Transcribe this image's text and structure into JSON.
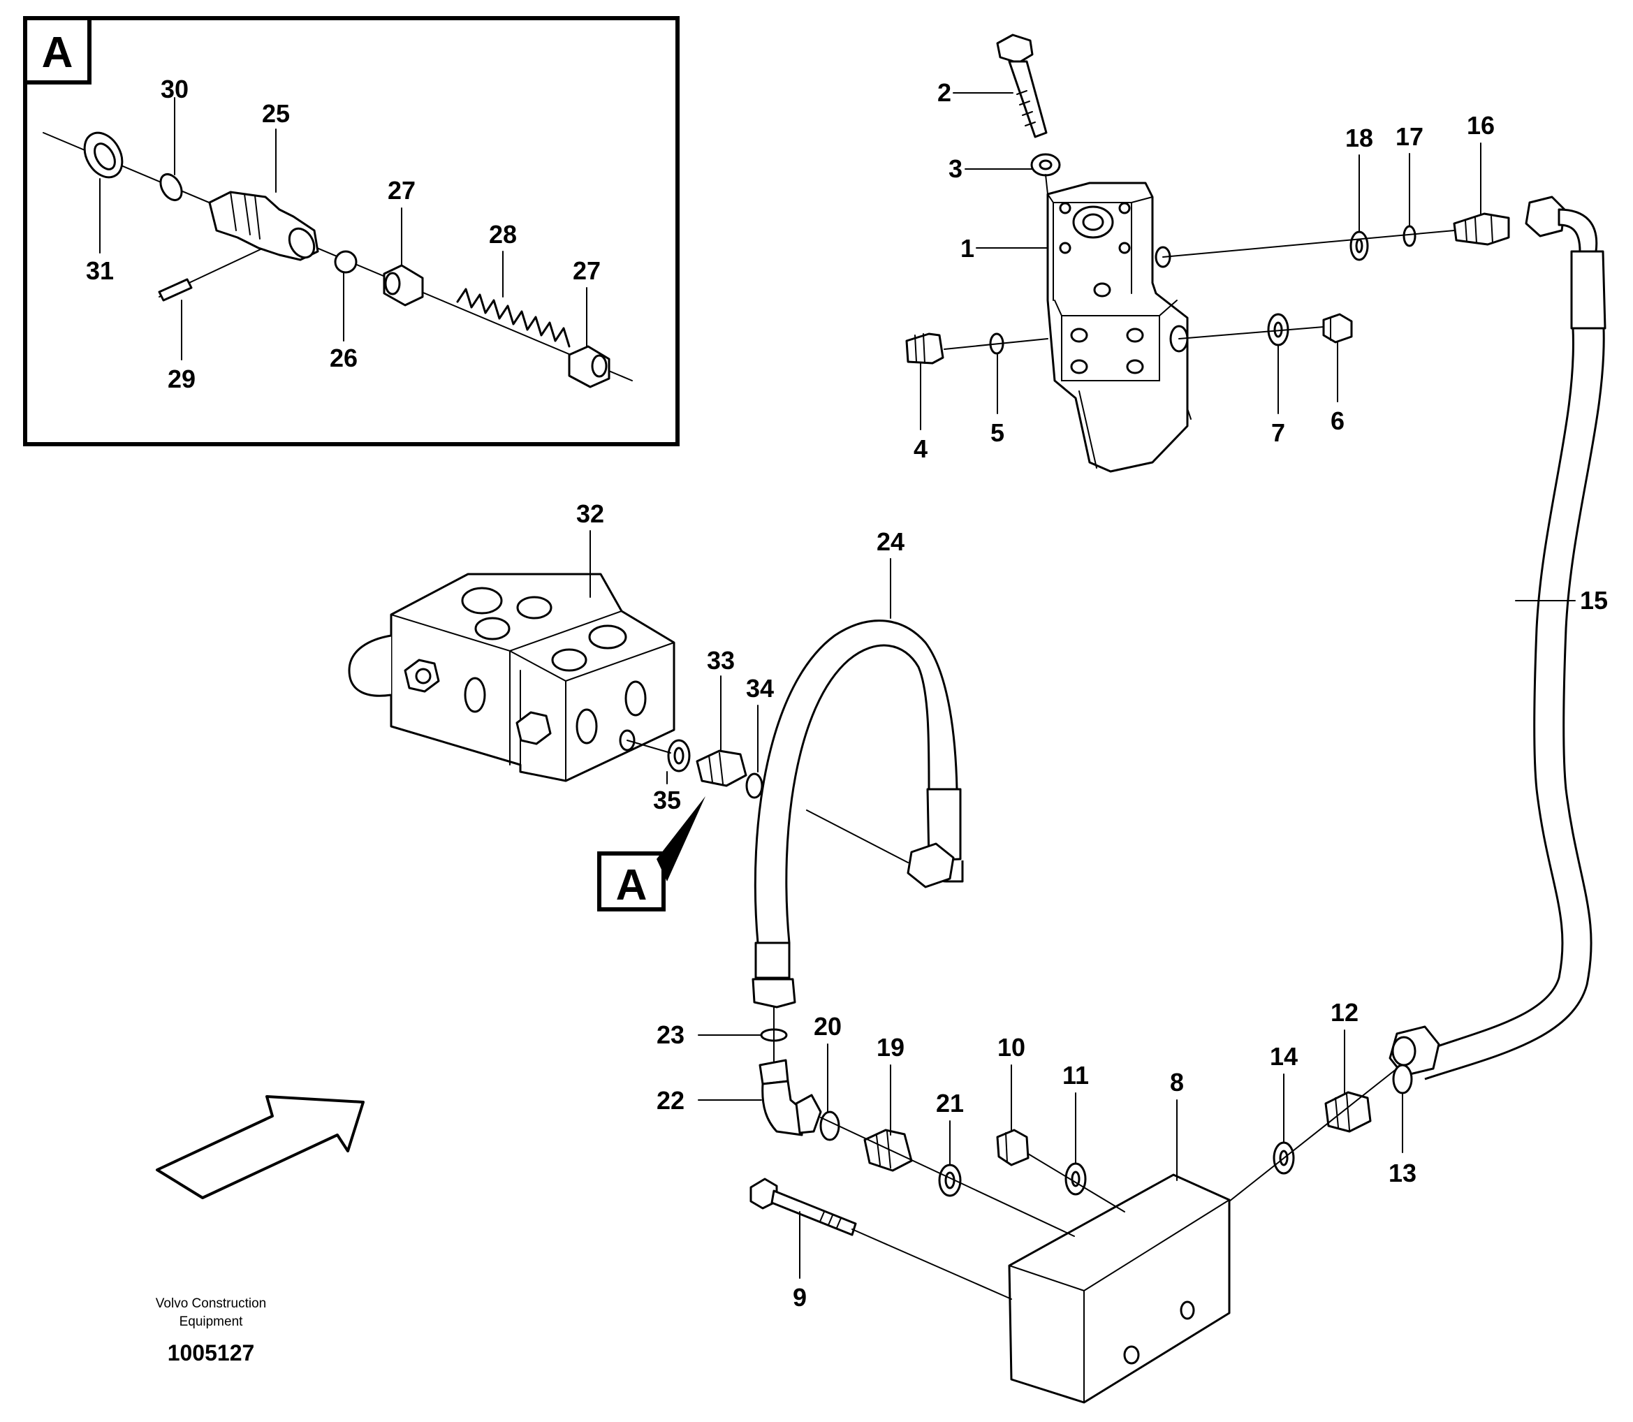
{
  "detail_view": {
    "letter": "A"
  },
  "detail_callout": {
    "letter": "A"
  },
  "callouts": [
    {
      "id": "1",
      "text": "1"
    },
    {
      "id": "2",
      "text": "2"
    },
    {
      "id": "3",
      "text": "3"
    },
    {
      "id": "4",
      "text": "4"
    },
    {
      "id": "5",
      "text": "5"
    },
    {
      "id": "6",
      "text": "6"
    },
    {
      "id": "7",
      "text": "7"
    },
    {
      "id": "8",
      "text": "8"
    },
    {
      "id": "9",
      "text": "9"
    },
    {
      "id": "10",
      "text": "10"
    },
    {
      "id": "11",
      "text": "11"
    },
    {
      "id": "12",
      "text": "12"
    },
    {
      "id": "13",
      "text": "13"
    },
    {
      "id": "14",
      "text": "14"
    },
    {
      "id": "15",
      "text": "15"
    },
    {
      "id": "16",
      "text": "16"
    },
    {
      "id": "17",
      "text": "17"
    },
    {
      "id": "18",
      "text": "18"
    },
    {
      "id": "19",
      "text": "19"
    },
    {
      "id": "20",
      "text": "20"
    },
    {
      "id": "21",
      "text": "21"
    },
    {
      "id": "22",
      "text": "22"
    },
    {
      "id": "23",
      "text": "23"
    },
    {
      "id": "24",
      "text": "24"
    },
    {
      "id": "25",
      "text": "25"
    },
    {
      "id": "26",
      "text": "26"
    },
    {
      "id": "27a",
      "text": "27"
    },
    {
      "id": "27b",
      "text": "27"
    },
    {
      "id": "28",
      "text": "28"
    },
    {
      "id": "29",
      "text": "29"
    },
    {
      "id": "30",
      "text": "30"
    },
    {
      "id": "31",
      "text": "31"
    },
    {
      "id": "32",
      "text": "32"
    },
    {
      "id": "33",
      "text": "33"
    },
    {
      "id": "34",
      "text": "34"
    },
    {
      "id": "35",
      "text": "35"
    }
  ],
  "credit": {
    "line1": "Volvo Construction",
    "line2": "Equipment"
  },
  "figure_number": "1005127"
}
